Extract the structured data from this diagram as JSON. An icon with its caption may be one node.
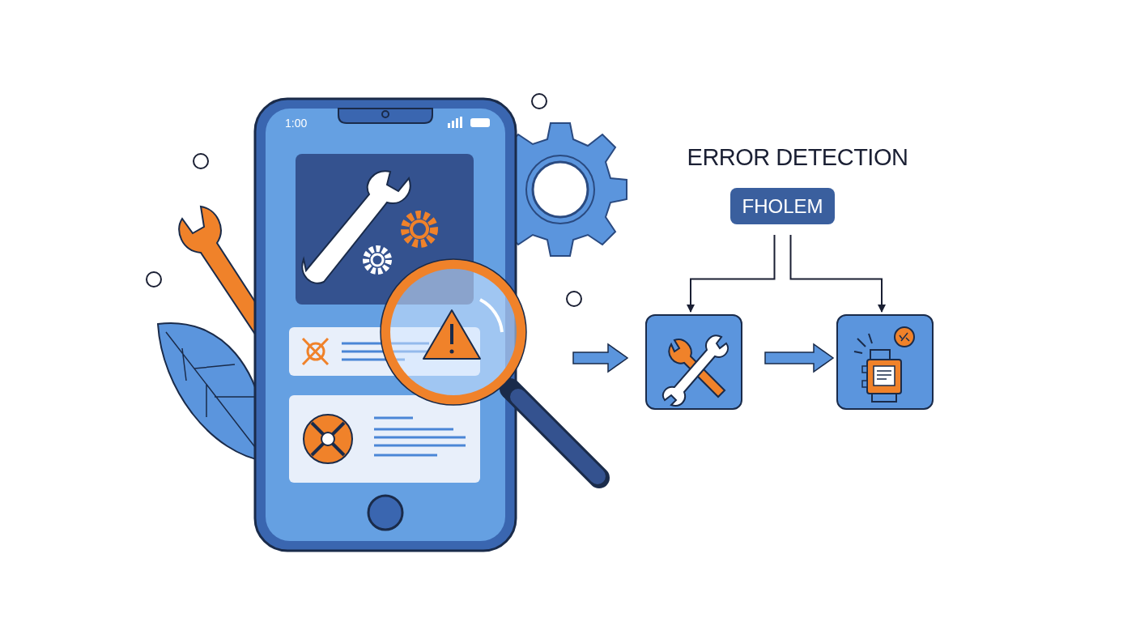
{
  "diagram": {
    "title": "ERROR DETECTION",
    "nodes": [
      {
        "text": [
          "FHOLEM"
        ]
      },
      {
        "text": [],
        "shape": "picture"
      },
      {
        "text": [],
        "shape": "picture"
      }
    ],
    "edges": [
      {
        "from": 0,
        "to": 1,
        "arrow": "to"
      },
      {
        "from": 0,
        "to": 2,
        "arrow": "to"
      },
      {
        "from": null,
        "to": 1,
        "arrow": "to"
      },
      {
        "from": 1,
        "to": 2,
        "arrow": "to"
      }
    ],
    "labels": [
      "1:00"
    ]
  }
}
